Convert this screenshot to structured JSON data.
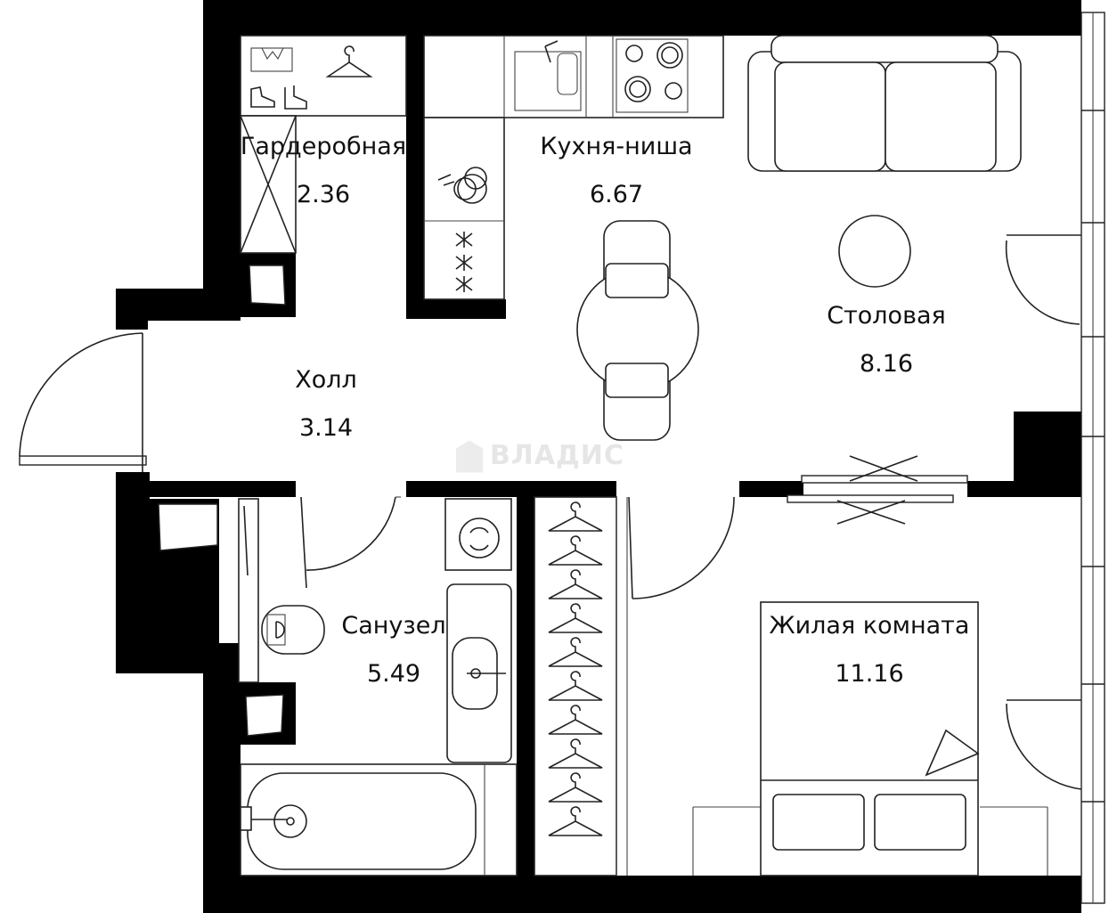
{
  "rooms": [
    {
      "id": "wardrobe",
      "name": "Гардеробная",
      "area": "2.36"
    },
    {
      "id": "kitchen",
      "name": "Кухня-ниша",
      "area": "6.67"
    },
    {
      "id": "dining",
      "name": "Столовая",
      "area": "8.16"
    },
    {
      "id": "hall",
      "name": "Холл",
      "area": "3.14"
    },
    {
      "id": "bathroom",
      "name": "Санузел",
      "area": "5.49"
    },
    {
      "id": "living",
      "name": "Жилая комната",
      "area": "11.16"
    }
  ],
  "watermark": {
    "text": "ВЛАДИС"
  },
  "colors": {
    "wall": "#000000",
    "line": "#222222",
    "background": "#ffffff"
  }
}
